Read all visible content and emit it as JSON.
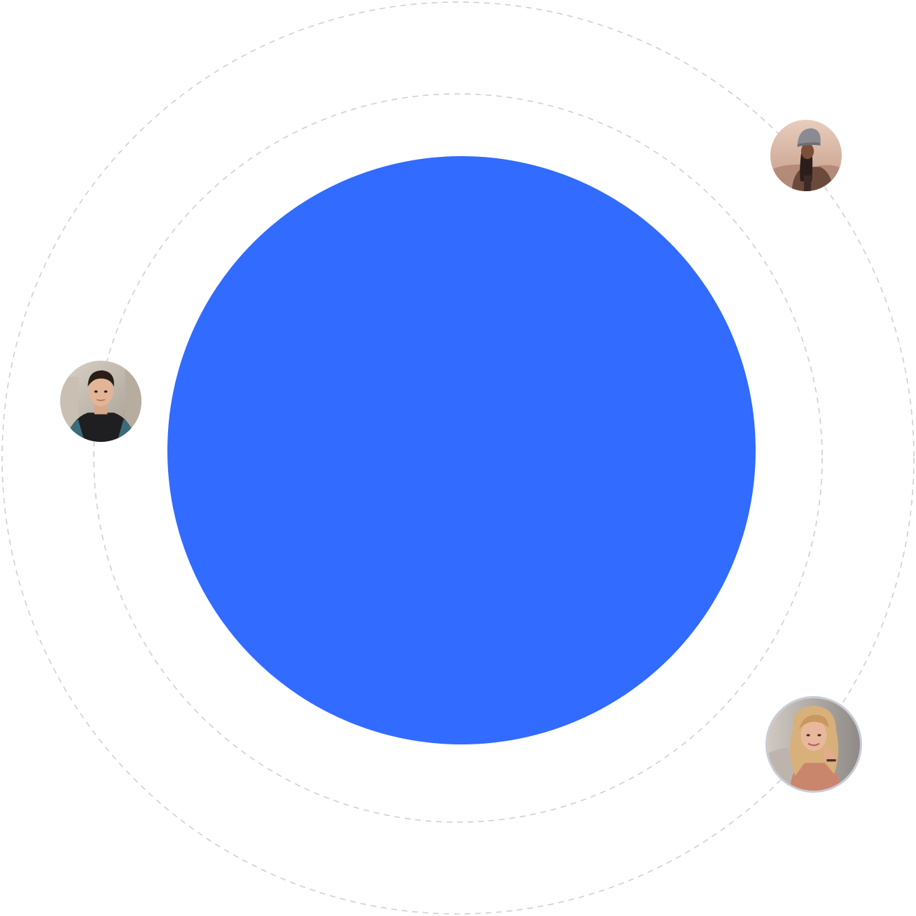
{
  "colors": {
    "center_circle": "#316bff",
    "orbit_stroke": "#cfcfd4",
    "background": "#ffffff",
    "blonde_avatar_ring": "#c9cbd6"
  },
  "avatars": [
    {
      "name": "avatar-woman-beanie",
      "icon": "person-photo-icon"
    },
    {
      "name": "avatar-man",
      "icon": "person-photo-icon"
    },
    {
      "name": "avatar-woman-blonde",
      "icon": "person-photo-icon"
    }
  ]
}
